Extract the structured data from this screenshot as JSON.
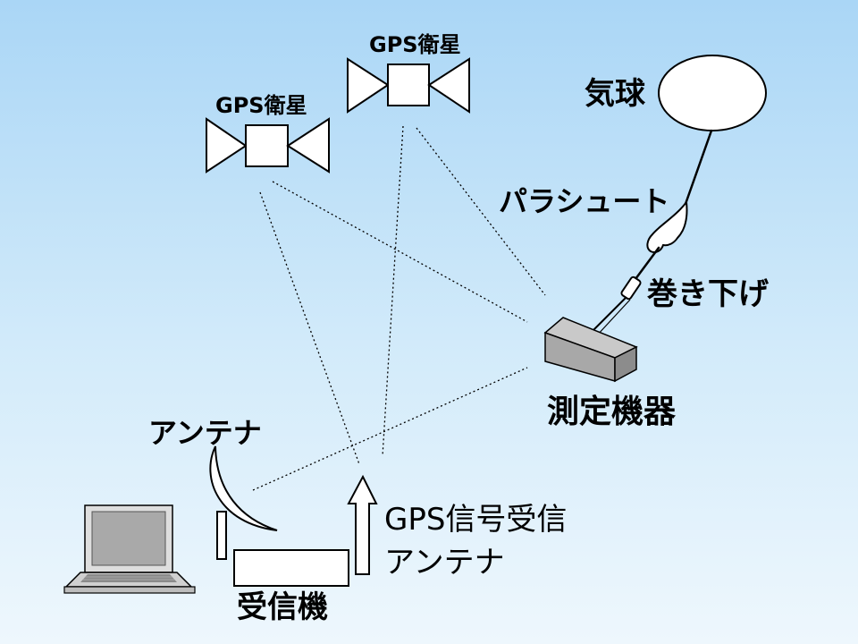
{
  "diagram": {
    "satellite_left": {
      "label": "GPS衛星"
    },
    "satellite_top": {
      "label": "GPS衛星"
    },
    "balloon": {
      "label": "気球"
    },
    "parachute": {
      "label": "パラシュート"
    },
    "unwinder": {
      "label": "巻き下げ"
    },
    "instrument": {
      "label": "測定機器"
    },
    "antenna": {
      "label": "アンテナ"
    },
    "receiver": {
      "label": "受信機"
    },
    "gps_antenna": {
      "label_line1": "GPS信号受信",
      "label_line2": "アンテナ"
    }
  },
  "colors": {
    "background_top": "#aad6f6",
    "background_bottom": "#eef7fd",
    "instrument_body": "#a8a8a8"
  }
}
